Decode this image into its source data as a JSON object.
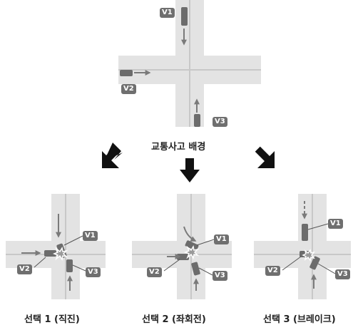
{
  "background": {
    "title": "교통사고 배경",
    "vehicles": [
      "V1",
      "V2",
      "V3"
    ]
  },
  "choices": [
    {
      "label": "선택 1 (직진)",
      "vehicles": [
        "V1",
        "V2",
        "V3"
      ]
    },
    {
      "label": "선택 2 (좌회전)",
      "vehicles": [
        "V1",
        "V2",
        "V3"
      ]
    },
    {
      "label": "선택 3 (브레이크)",
      "vehicles": [
        "V1",
        "V2",
        "V3"
      ]
    }
  ],
  "colors": {
    "road": "#e3e3e3",
    "vehicle": "#6c6c6c",
    "arrow": "#111111",
    "badge": "#6f6f6f"
  }
}
